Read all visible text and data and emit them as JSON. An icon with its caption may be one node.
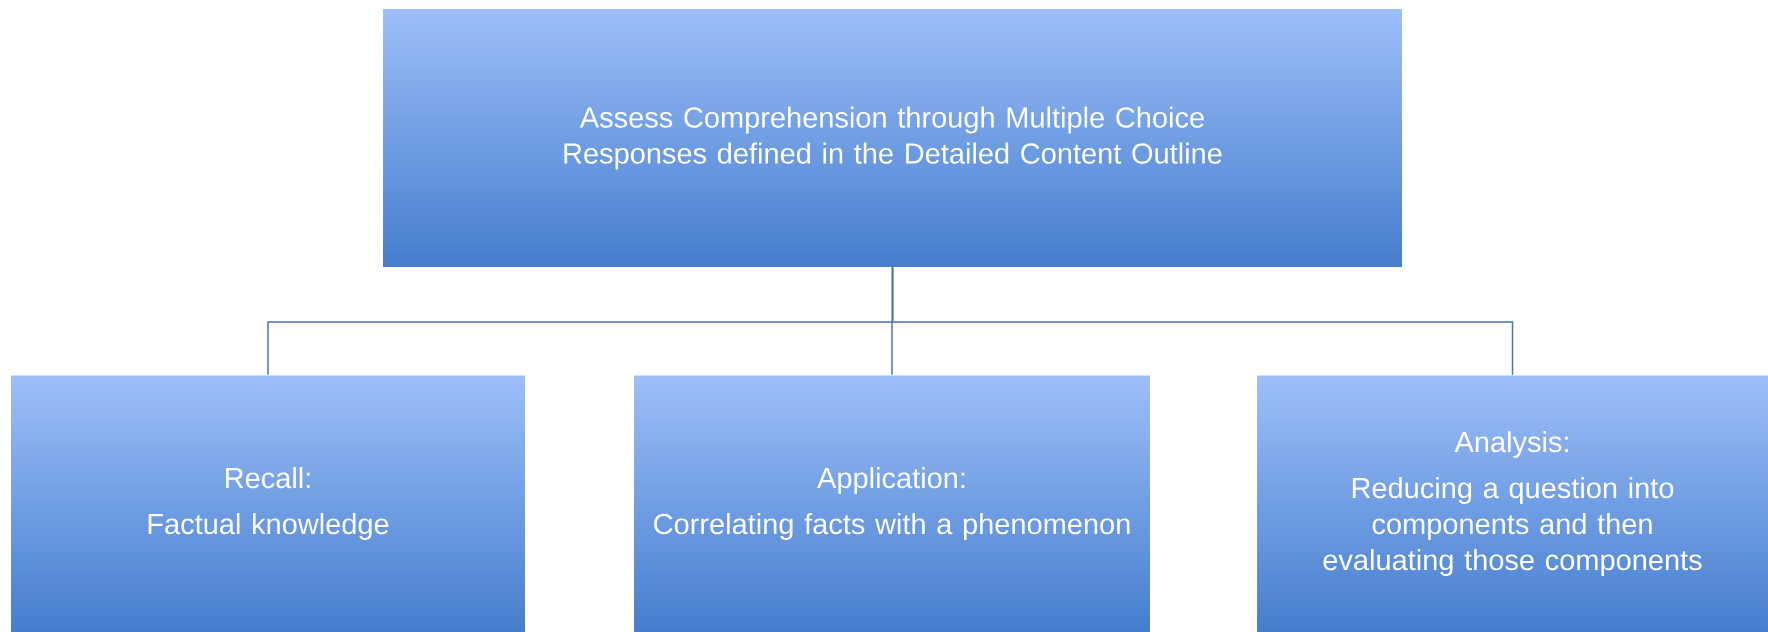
{
  "diagram": {
    "nodes": [
      {
        "text": [
          "Assess Comprehension through Multiple Choice Responses defined in the Detailed Content Outline"
        ]
      },
      {
        "text": [
          "Recall:",
          "Factual knowledge"
        ]
      },
      {
        "text": [
          "Application:",
          "Correlating facts with a phenomenon"
        ]
      },
      {
        "text": [
          "Analysis:",
          "Reducing a question into components and then evaluating those components"
        ]
      }
    ],
    "edges": [
      {
        "from": 0,
        "to": 1,
        "arrow": "none"
      },
      {
        "from": 0,
        "to": 2,
        "arrow": "none"
      },
      {
        "from": 0,
        "to": 3,
        "arrow": "none"
      }
    ]
  }
}
